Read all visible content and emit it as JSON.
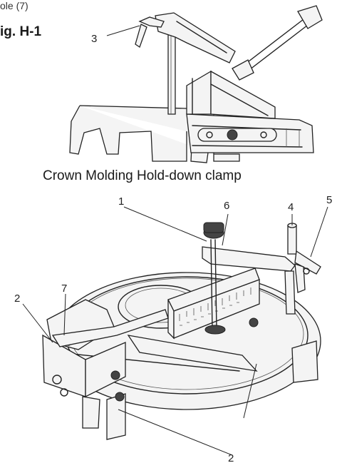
{
  "figure": {
    "top_fragment": "ole (7)",
    "label": "ig. H-1",
    "caption": "Crown Molding Hold-down clamp"
  },
  "callouts": {
    "c3": "3",
    "c6": "6",
    "c4": "4",
    "c5": "5",
    "c1": "1",
    "c7": "7",
    "c2_left": "2",
    "c2_bottom": "2"
  }
}
